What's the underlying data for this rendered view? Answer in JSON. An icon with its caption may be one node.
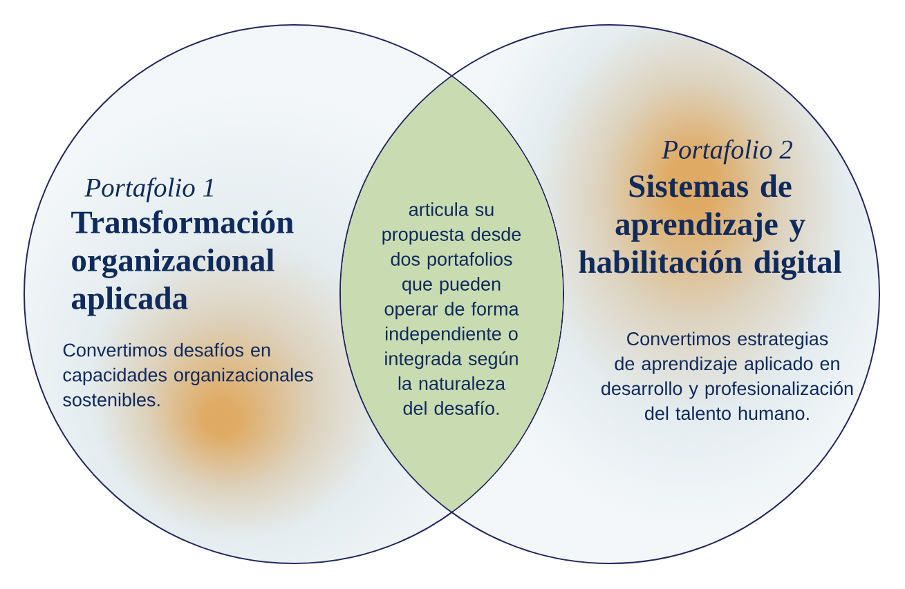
{
  "diagram": {
    "nodes": [
      {
        "text": [
          "Portafolio 1",
          "Transformación organizacional aplicada",
          "Convertimos desafíos en capacidades organizacionales sostenibles."
        ]
      },
      {
        "text": [
          "Portafolio 2",
          "Sistemas de aprendizaje y habilitación digital",
          "Convertimos estrategias de aprendizaje aplicado en desarrollo y profesionalización del talento humano."
        ]
      },
      {
        "text": [
          "articula su propuesta desde dos portafolios que pueden operar de forma independiente o integrada según la naturaleza del desafío."
        ]
      }
    ]
  }
}
